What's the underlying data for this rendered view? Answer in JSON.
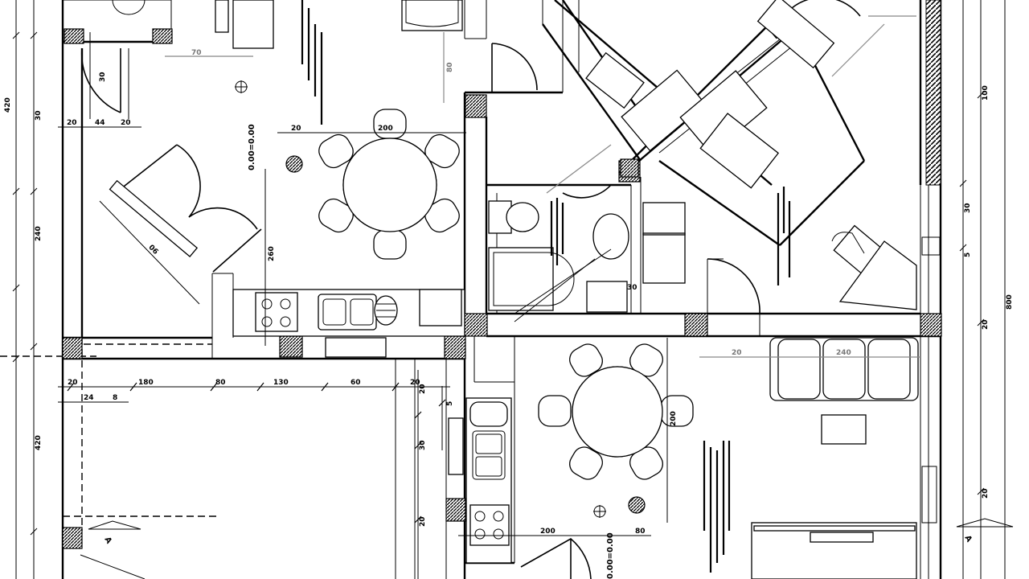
{
  "dimensions": {
    "top_left_20": "20",
    "top_left_44": "44",
    "top_left_20b": "20",
    "left_upper_30": "30",
    "top_70": "70",
    "top_80": "80",
    "door_90": "90",
    "table_200": "200",
    "top_20_mid": "20",
    "wall_260": "260",
    "row_20": "20",
    "row_180": "180",
    "row_80": "80",
    "row_130": "130",
    "row_60": "60",
    "row_20b": "20",
    "row2_24": "24",
    "row2_8": "8",
    "lower_200": "200",
    "lower_80": "80",
    "right_20": "20",
    "right_240": "240",
    "side_30": "30",
    "side_5": "5",
    "far_right_100": "100",
    "far_right_800": "800",
    "far_left_420": "420"
  },
  "annotations": {
    "level_upper": "0.00=0.00",
    "level_lower": "0.00=0.00",
    "section_mark": "A",
    "section_mark_right": "A"
  }
}
